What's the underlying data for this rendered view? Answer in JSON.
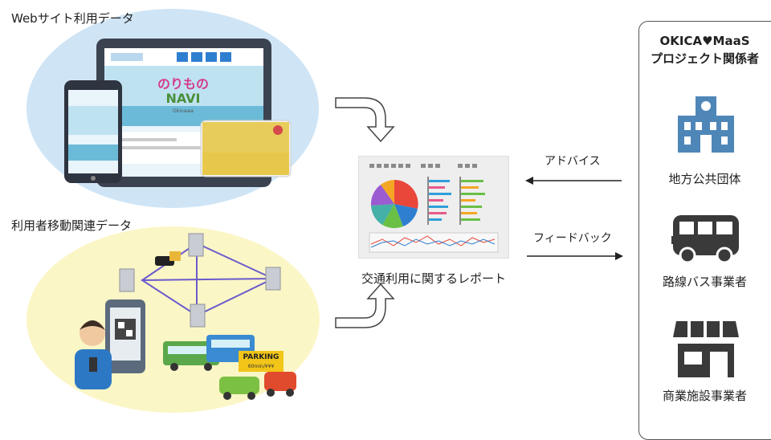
{
  "sections": {
    "web": {
      "label": "Webサイト利用データ"
    },
    "movement": {
      "label": "利用者移動関連データ"
    }
  },
  "website": {
    "logo_line1": "のりもの",
    "logo_line2": "NAVI",
    "logo_sub": "Okinawa"
  },
  "parking_sign": {
    "title": "PARKING",
    "sub": "60min/¥¥¥"
  },
  "report": {
    "label": "交通利用に関するレポート"
  },
  "arrows": {
    "advice": "アドバイス",
    "feedback": "フィードバック"
  },
  "stakeholders": {
    "title_line1": "OKICA♥MaaS",
    "title_line2": "プロジェクト関係者",
    "items": [
      {
        "label": "地方公共団体",
        "icon": "city-hall-icon"
      },
      {
        "label": "路線バス事業者",
        "icon": "bus-icon"
      },
      {
        "label": "商業施設事業者",
        "icon": "store-icon"
      }
    ]
  },
  "colors": {
    "sky": "#cfe5f6",
    "cream": "#fbf6c6",
    "pie": [
      "#e8473a",
      "#f5a623",
      "#2f7fd1",
      "#44b0a8",
      "#6abf45",
      "#9b5bd1"
    ]
  }
}
